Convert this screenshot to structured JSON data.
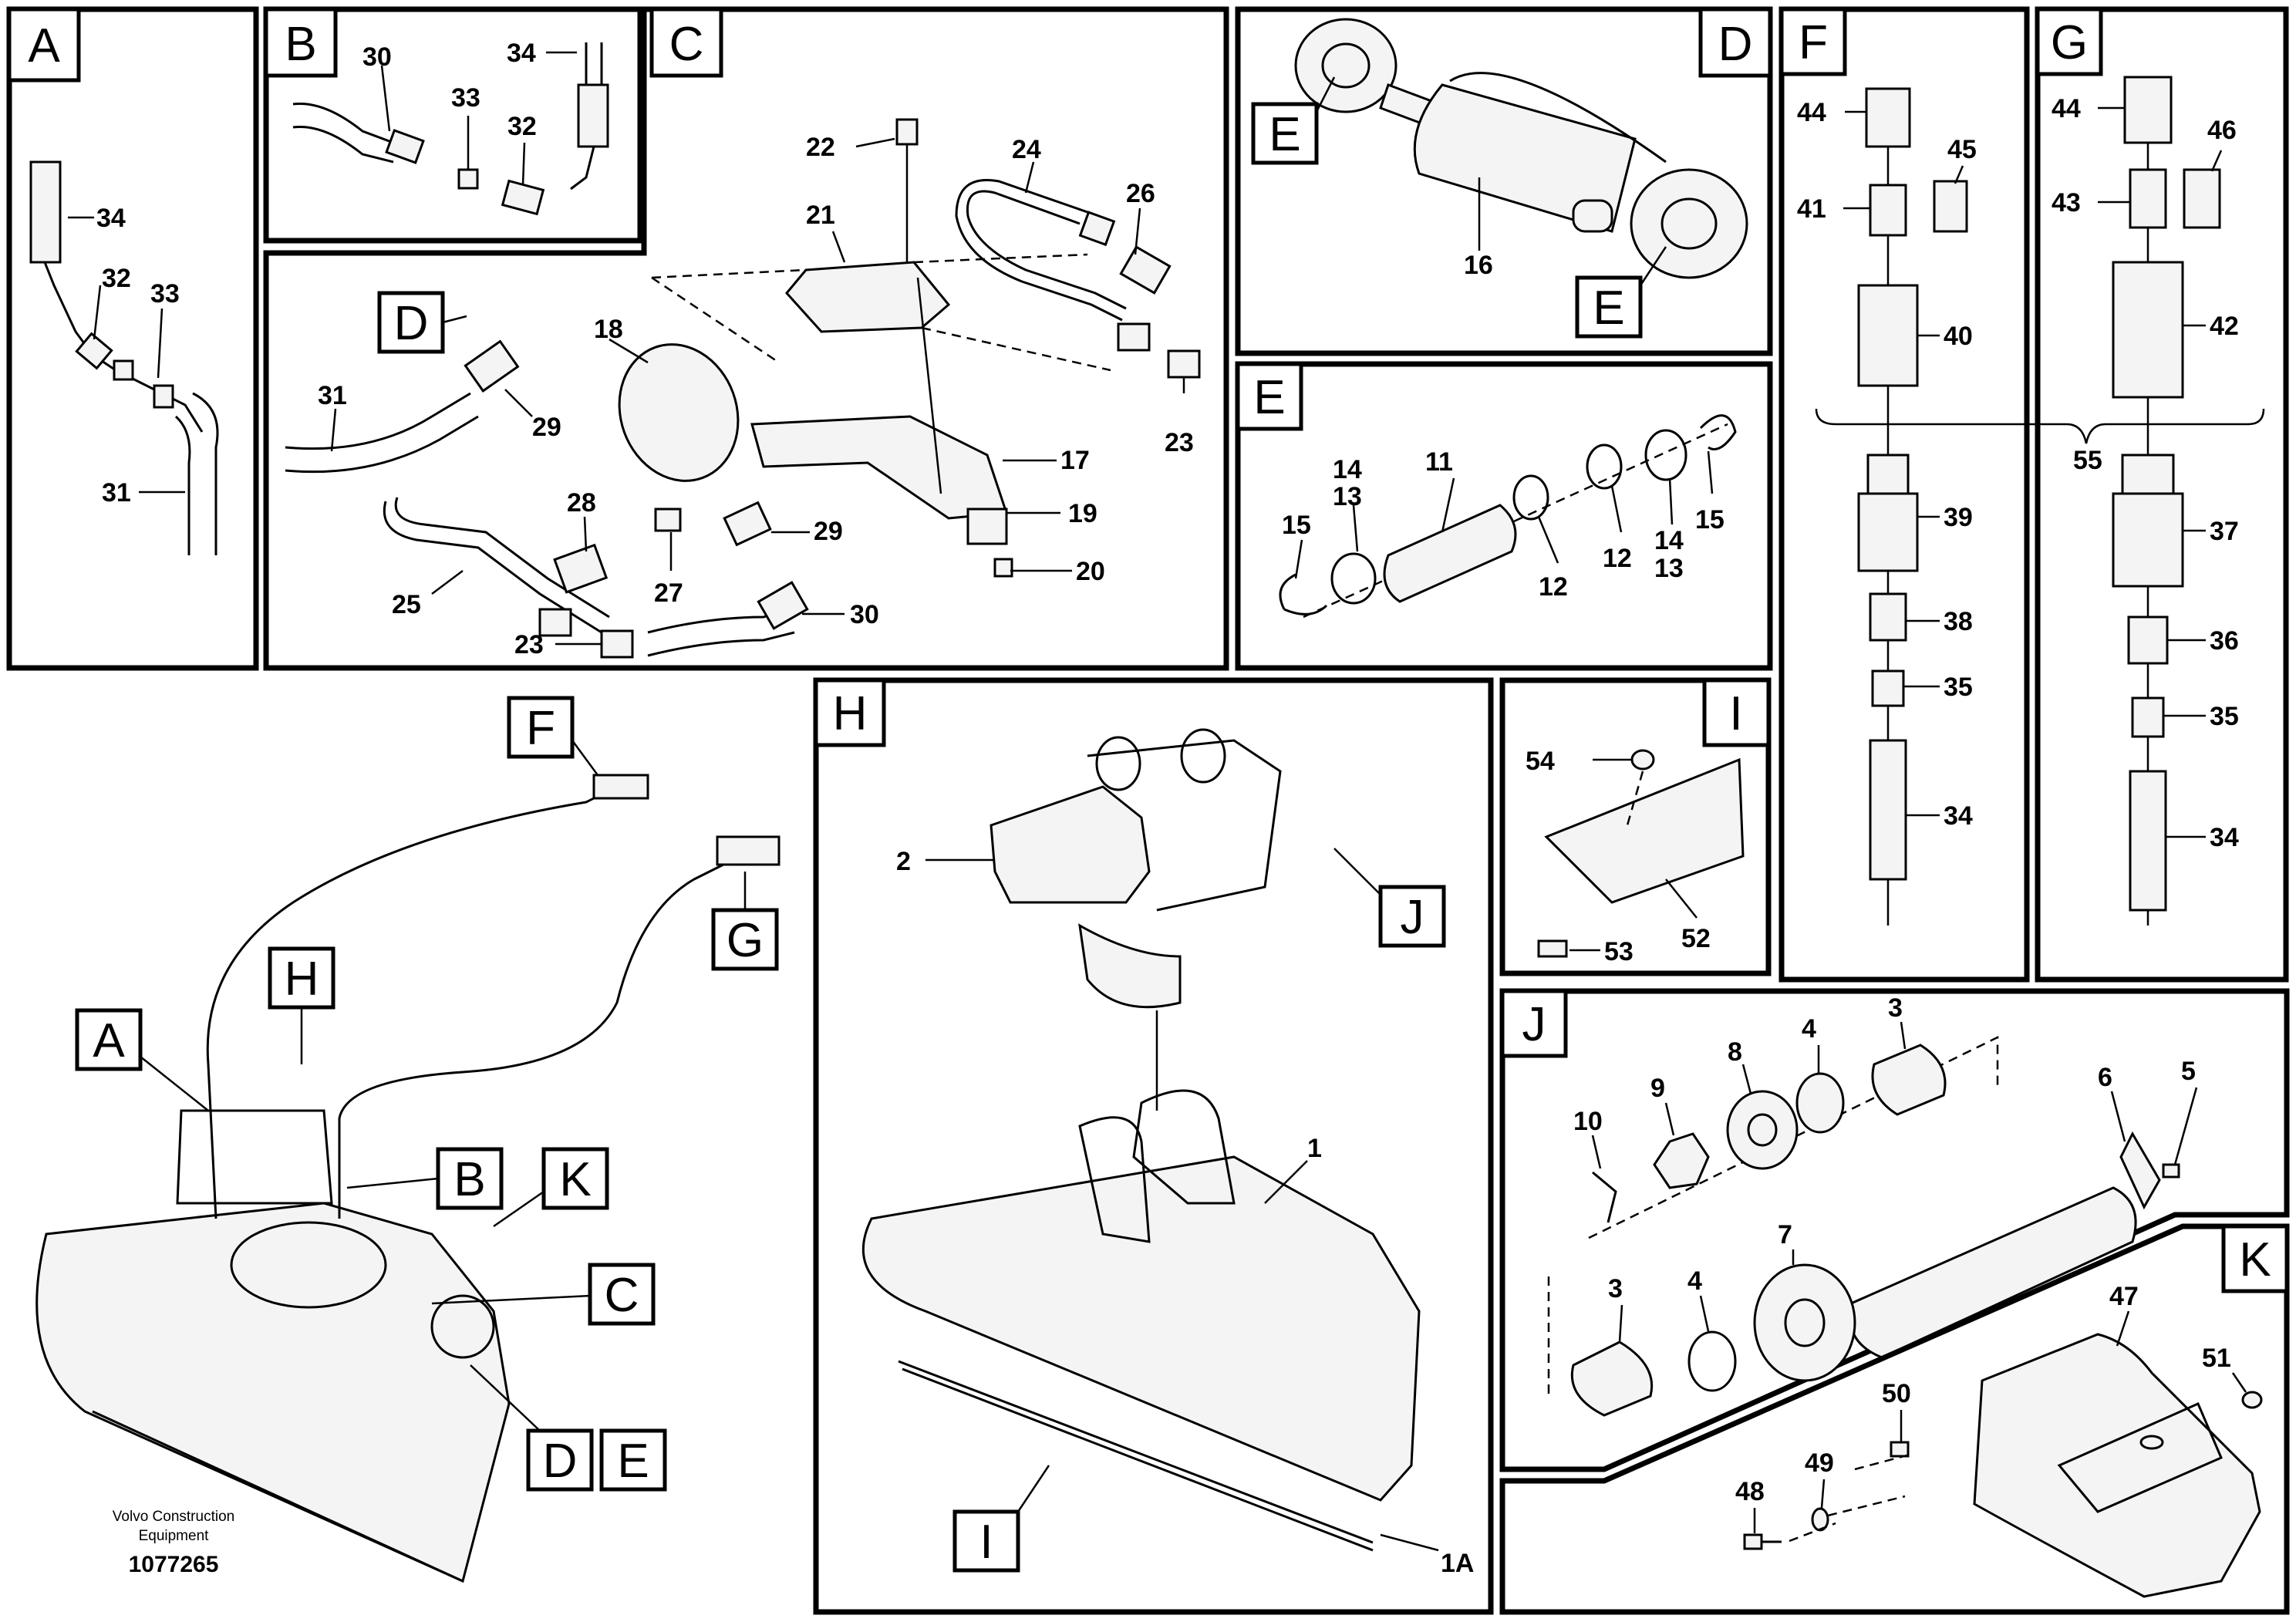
{
  "panels": {
    "A": {
      "tag": "A",
      "callouts": [
        "34",
        "32",
        "33",
        "31"
      ]
    },
    "B": {
      "tag": "B",
      "callouts": [
        "30",
        "33",
        "32",
        "34"
      ]
    },
    "C": {
      "tag": "C",
      "callouts": [
        "22",
        "24",
        "21",
        "26",
        "18",
        "31",
        "29",
        "23",
        "17",
        "28",
        "19",
        "29",
        "27",
        "20",
        "25",
        "23",
        "30"
      ],
      "inset_tag": "D"
    },
    "D": {
      "tag": "D",
      "callouts": [
        "16"
      ],
      "detail_tags": [
        "E",
        "E"
      ]
    },
    "E": {
      "tag": "E",
      "callouts": [
        "14",
        "13",
        "11",
        "15",
        "12",
        "12",
        "14",
        "13",
        "15"
      ]
    },
    "F": {
      "tag": "F",
      "callouts": [
        "44",
        "45",
        "41",
        "40",
        "39",
        "38",
        "35",
        "34"
      ]
    },
    "G": {
      "tag": "G",
      "callouts": [
        "44",
        "46",
        "43",
        "42",
        "37",
        "36",
        "35",
        "34"
      ]
    },
    "shared_callout": "55",
    "H": {
      "tag": "H",
      "callouts": [
        "2",
        "1",
        "1A"
      ],
      "detail_tags": [
        "J",
        "I"
      ]
    },
    "I": {
      "tag": "I",
      "callouts": [
        "54",
        "53",
        "52"
      ]
    },
    "J": {
      "tag": "J",
      "callouts": [
        "10",
        "9",
        "8",
        "4",
        "3",
        "6",
        "5",
        "7",
        "4",
        "3"
      ]
    },
    "K": {
      "tag": "K",
      "callouts": [
        "47",
        "50",
        "51",
        "49",
        "48"
      ]
    }
  },
  "overview_tags": [
    "F",
    "G",
    "H",
    "A",
    "B",
    "K",
    "C",
    "D",
    "E"
  ],
  "footer": {
    "company_line1": "Volvo Construction",
    "company_line2": "Equipment",
    "number": "1077265"
  }
}
